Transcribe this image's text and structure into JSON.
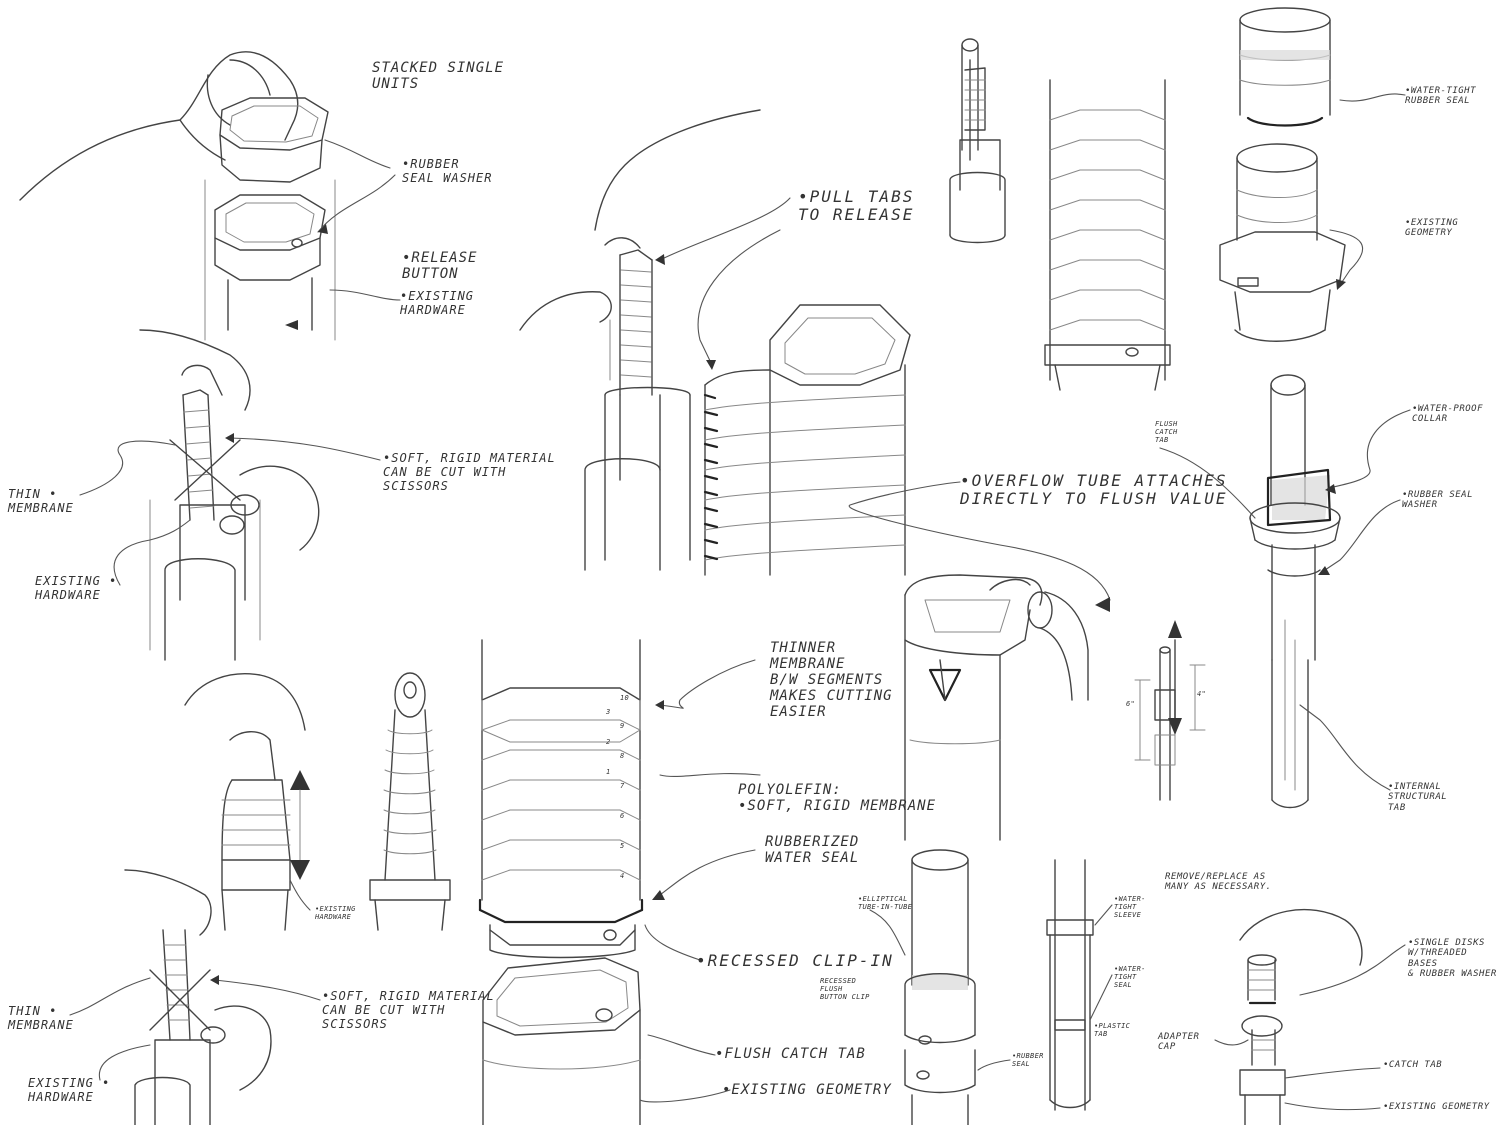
{
  "labels": {
    "stacked_single_units": "STACKED SINGLE\nUNITS",
    "rubber_seal_washer": "•RUBBER\nSEAL WASHER",
    "release_button": "•RELEASE\nBUTTON",
    "existing_hardware_1": "•EXISTING\nHARDWARE",
    "soft_rigid_1": "•SOFT, RIGID MATERIAL\nCAN BE CUT WITH\nSCISSORS",
    "thin_membrane_1": "THIN •\nMEMBRANE",
    "existing_hardware_2": "EXISTING •\nHARDWARE",
    "pull_tabs": "•PULL TABS\nTO RELEASE",
    "overflow_tube": "•OVERFLOW TUBE ATTACHES\nDIRECTLY TO FLUSH VALUE",
    "water_tight_rubber_seal": "•WATER-TIGHT\nRUBBER SEAL",
    "existing_geometry_top": "•EXISTING\nGEOMETRY",
    "flush_catch_tab_small": "FLUSH\nCATCH\nTAB",
    "water_proof_collar": "•WATER-PROOF\nCOLLAR",
    "rubber_seal_washer_right": "•RUBBER SEAL\nWASHER",
    "internal_structural_tab": "•INTERNAL\nSTRUCTURAL\nTAB",
    "existing_hardware_3": "•EXISTING\nHARDWARE",
    "thinner_membrane": "THINNER\nMEMBRANE\nB/W SEGMENTS\nMAKES CUTTING\nEASIER",
    "polyolefin": "POLYOLEFIN:\n•SOFT, RIGID MEMBRANE",
    "rubberized_water_seal": "RUBBERIZED\nWATER SEAL",
    "recessed_clip_in": "•RECESSED CLIP-IN",
    "flush_catch_tab": "•FLUSH CATCH TAB",
    "existing_geometry_bottom": "•EXISTING GEOMETRY",
    "thin_membrane_2": "THIN •\nMEMBRANE",
    "soft_rigid_2": "•SOFT, RIGID MATERIAL\nCAN BE CUT WITH\nSCISSORS",
    "existing_hardware_4": "EXISTING •\nHARDWARE",
    "elliptical_tube": "•ELLIPTICAL\nTUBE-IN-TUBE",
    "recessed_flush_button_clip": "RECESSED\nFLUSH\nBUTTON CLIP",
    "rubber_seal_small": "•RUBBER\nSEAL",
    "water_tight_sleeve": "•WATER-\nTIGHT\nSLEEVE",
    "water_tight_seal": "•WATER-\nTIGHT\nSEAL",
    "plastic_tab": "•PLASTIC\nTAB",
    "remove_replace": "REMOVE/REPLACE AS\nMANY AS NECESSARY.",
    "single_disks": "•SINGLE DISKS\nW/THREADED BASES\n& RUBBER WASHER",
    "adapter_cap": "ADAPTER\nCAP",
    "catch_tab": "•CATCH TAB",
    "existing_geometry_small": "•EXISTING GEOMETRY",
    "dim_six": "6\"",
    "dim_four": "4\""
  },
  "segment_numbers": [
    "10",
    "9",
    "8",
    "7",
    "6",
    "5",
    "4",
    "3",
    "2",
    "1"
  ]
}
